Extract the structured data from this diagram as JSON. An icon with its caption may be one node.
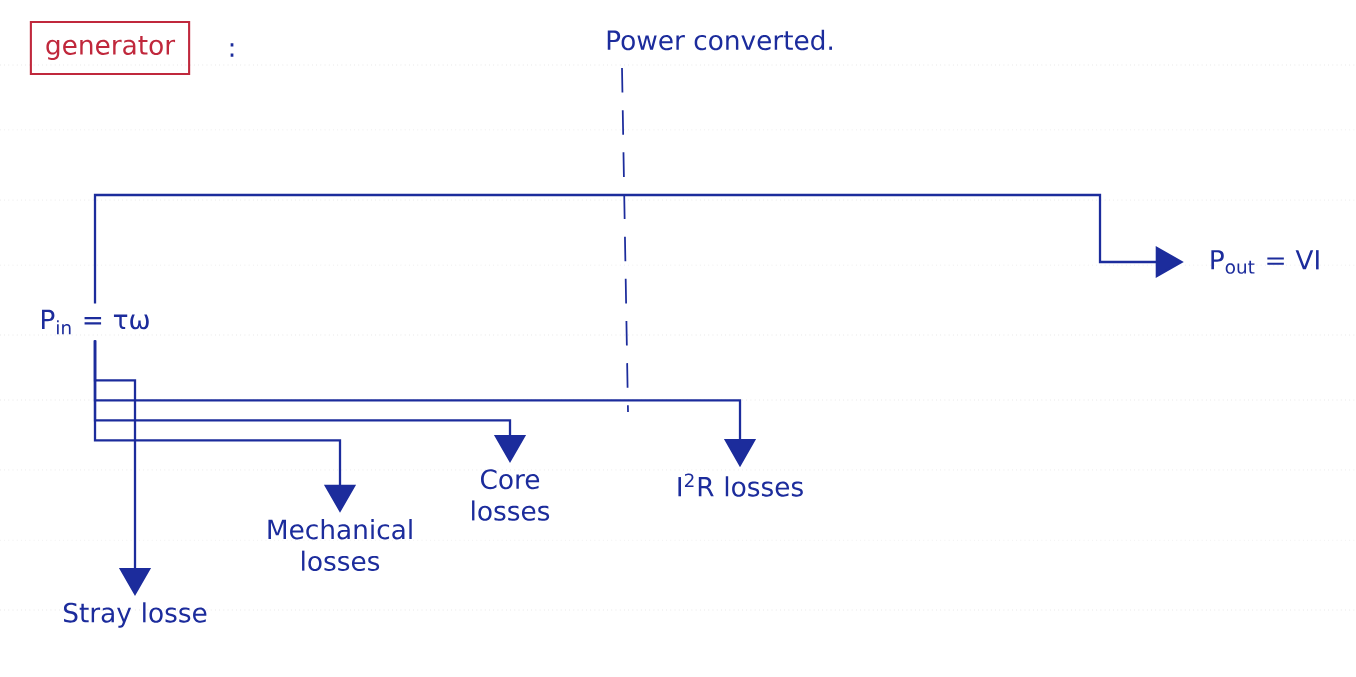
{
  "diagram": {
    "title": "generator",
    "nodes": [
      {
        "text": [
          "P$_{in}$ = τω"
        ]
      },
      {
        "text": [
          "P$_{out}$ = VI"
        ]
      },
      {
        "text": [
          "Stray losse"
        ]
      },
      {
        "text": [
          "Mechanical losses"
        ]
      },
      {
        "text": [
          "Core losses"
        ]
      },
      {
        "text": [
          "I$^{2}$R losses"
        ]
      }
    ],
    "edges": [
      {
        "from": 0,
        "to": 1,
        "arrow": "to"
      },
      {
        "from": 0,
        "to": 2,
        "arrow": "to"
      },
      {
        "from": 0,
        "to": 3,
        "arrow": "to"
      },
      {
        "from": 0,
        "to": 4,
        "arrow": "to"
      },
      {
        "from": 0,
        "to": 5,
        "arrow": "to"
      }
    ],
    "labels": [
      ":",
      "Power converted."
    ]
  }
}
